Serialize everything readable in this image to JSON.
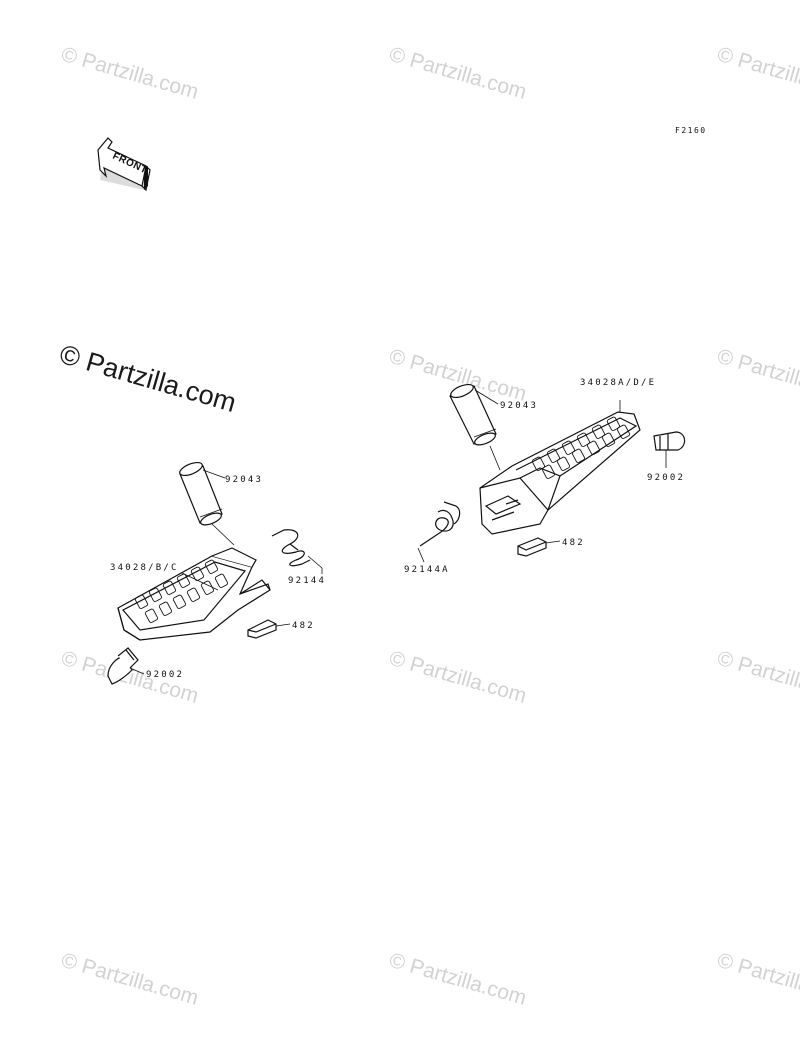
{
  "diagram_code": "F2160",
  "front_arrow": {
    "label": "FRONT"
  },
  "watermark": {
    "text": "© Partzilla.com"
  },
  "left_assembly": {
    "parts": {
      "pin": "92043",
      "spring": "92144",
      "footrest": "34028/B/C",
      "clip": "482",
      "stopper": "92002"
    }
  },
  "right_assembly": {
    "parts": {
      "pin": "92043",
      "footrest": "34028A/D/E",
      "stopper": "92002",
      "spring": "92144A",
      "clip": "482"
    }
  }
}
